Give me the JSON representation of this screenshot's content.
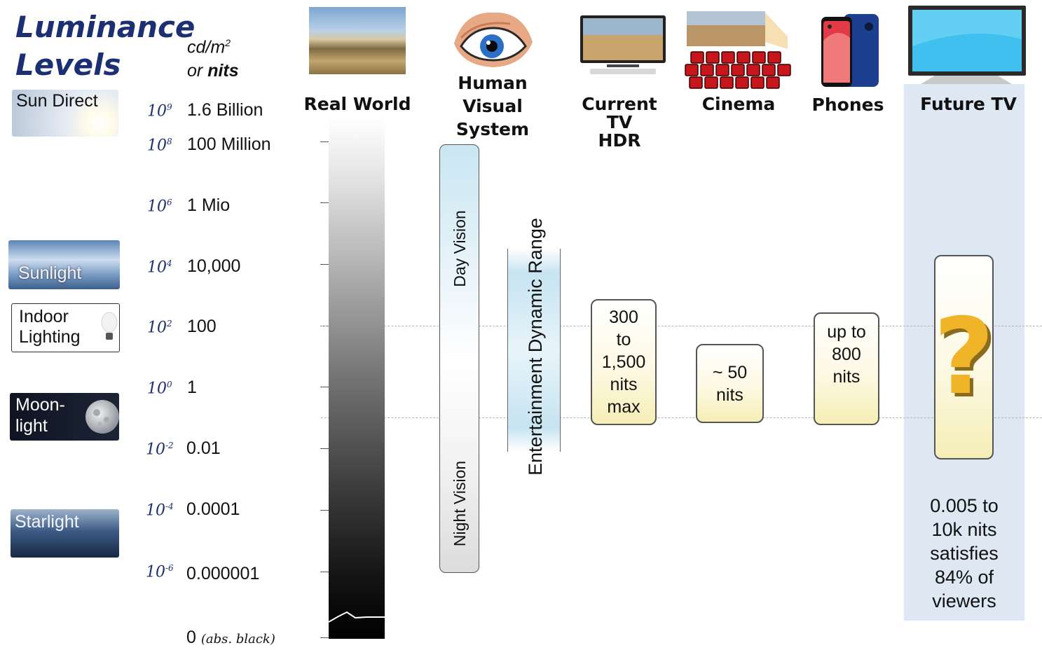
{
  "title": [
    "Luminance",
    "Levels"
  ],
  "unit": {
    "line1_base": "cd/m",
    "line1_sup": "2",
    "line2_prefix": "or ",
    "line2_bold": "nits"
  },
  "sources": [
    {
      "label": "Sun Direct"
    },
    {
      "label": "Sunlight"
    },
    {
      "label": "Indoor Lighting"
    },
    {
      "label": "Moon-light"
    },
    {
      "label": "Starlight"
    }
  ],
  "scale": [
    {
      "base": "10",
      "exp": "9",
      "value": "1.6 Billion"
    },
    {
      "base": "10",
      "exp": "8",
      "value": "100 Million"
    },
    {
      "base": "10",
      "exp": "6",
      "value": "1 Mio"
    },
    {
      "base": "10",
      "exp": "4",
      "value": "10,000"
    },
    {
      "base": "10",
      "exp": "2",
      "value": "100"
    },
    {
      "base": "10",
      "exp": "0",
      "value": "1"
    },
    {
      "base": "10",
      "exp": "-2",
      "value": "0.01"
    },
    {
      "base": "10",
      "exp": "-4",
      "value": "0.0001"
    },
    {
      "base": "10",
      "exp": "-6",
      "value": "0.000001"
    }
  ],
  "zero": {
    "value": "0",
    "note": "(abs. black)"
  },
  "columns": {
    "real_world": "Real World",
    "human": [
      "Human",
      "Visual System"
    ],
    "current_tv": [
      "Current TV",
      "HDR"
    ],
    "cinema": "Cinema",
    "phones": "Phones",
    "future_tv": "Future TV"
  },
  "human_bars": {
    "day": "Day Vision",
    "night": "Night Vision"
  },
  "entertainment_range": "Entertainment Dynamic Range",
  "boxes": {
    "current_tv": [
      "300",
      "to",
      "1,500",
      "nits",
      "max"
    ],
    "cinema": [
      "~ 50",
      "nits"
    ],
    "phones": [
      "up to",
      "800",
      "nits"
    ],
    "future_tv": "?"
  },
  "future_note": [
    "0.005 to",
    "10k nits",
    "satisfies",
    "84% of",
    "viewers"
  ],
  "colors": {
    "title": "#1c2f73",
    "future_panel": "#dde8f3",
    "question": "#f0b429",
    "cinema_seats": "#c8161d"
  }
}
